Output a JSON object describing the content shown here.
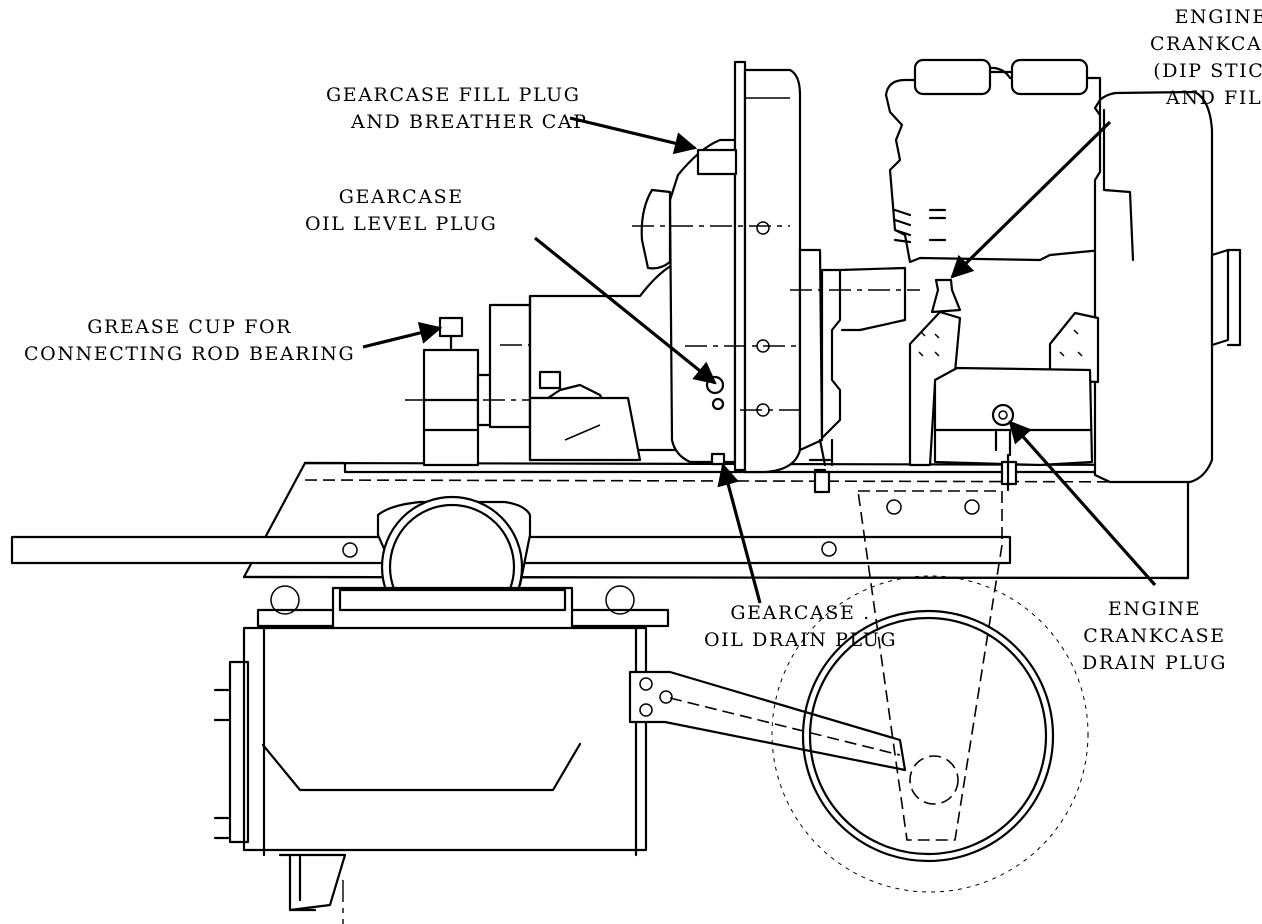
{
  "labels": {
    "engine_crankcase_fill": [
      "ENGINE",
      "CRANKCASE",
      "(DIP STICK)",
      "AND FILL"
    ],
    "gearcase_fill_plug": [
      "GEARCASE FILL PLUG",
      "AND BREATHER CAP"
    ],
    "gearcase_oil_level": [
      "GEARCASE",
      "OIL LEVEL PLUG"
    ],
    "grease_cup": [
      "GREASE CUP FOR",
      "CONNECTING ROD BEARING"
    ],
    "gearcase_oil_drain": [
      "GEARCASE .",
      "OIL DRAIN PLUG"
    ],
    "engine_crankcase_drain": [
      "ENGINE",
      "CRANKCASE",
      "DRAIN PLUG"
    ]
  }
}
